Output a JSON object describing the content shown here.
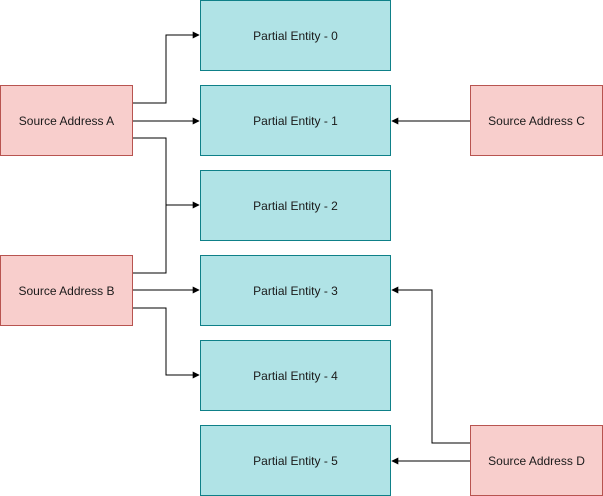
{
  "sources": [
    {
      "id": "A",
      "label": "Source Address A"
    },
    {
      "id": "B",
      "label": "Source Address B"
    },
    {
      "id": "C",
      "label": "Source Address C"
    },
    {
      "id": "D",
      "label": "Source Address D"
    }
  ],
  "entities": [
    {
      "id": "E0",
      "label": "Partial Entity - 0"
    },
    {
      "id": "E1",
      "label": "Partial Entity - 1"
    },
    {
      "id": "E2",
      "label": "Partial Entity - 2"
    },
    {
      "id": "E3",
      "label": "Partial Entity - 3"
    },
    {
      "id": "E4",
      "label": "Partial Entity - 4"
    },
    {
      "id": "E5",
      "label": "Partial Entity - 5"
    }
  ],
  "connections": [
    {
      "from": "A",
      "to": "E0"
    },
    {
      "from": "A",
      "to": "E1"
    },
    {
      "from": "A",
      "to": "E2"
    },
    {
      "from": "B",
      "to": "E2"
    },
    {
      "from": "B",
      "to": "E3"
    },
    {
      "from": "B",
      "to": "E4"
    },
    {
      "from": "C",
      "to": "E1"
    },
    {
      "from": "D",
      "to": "E3"
    },
    {
      "from": "D",
      "to": "E5"
    }
  ],
  "colors": {
    "source_fill": "#f8cecc",
    "source_stroke": "#b85450",
    "entity_fill": "#b0e3e6",
    "entity_stroke": "#0e8088",
    "edge": "#000000"
  }
}
